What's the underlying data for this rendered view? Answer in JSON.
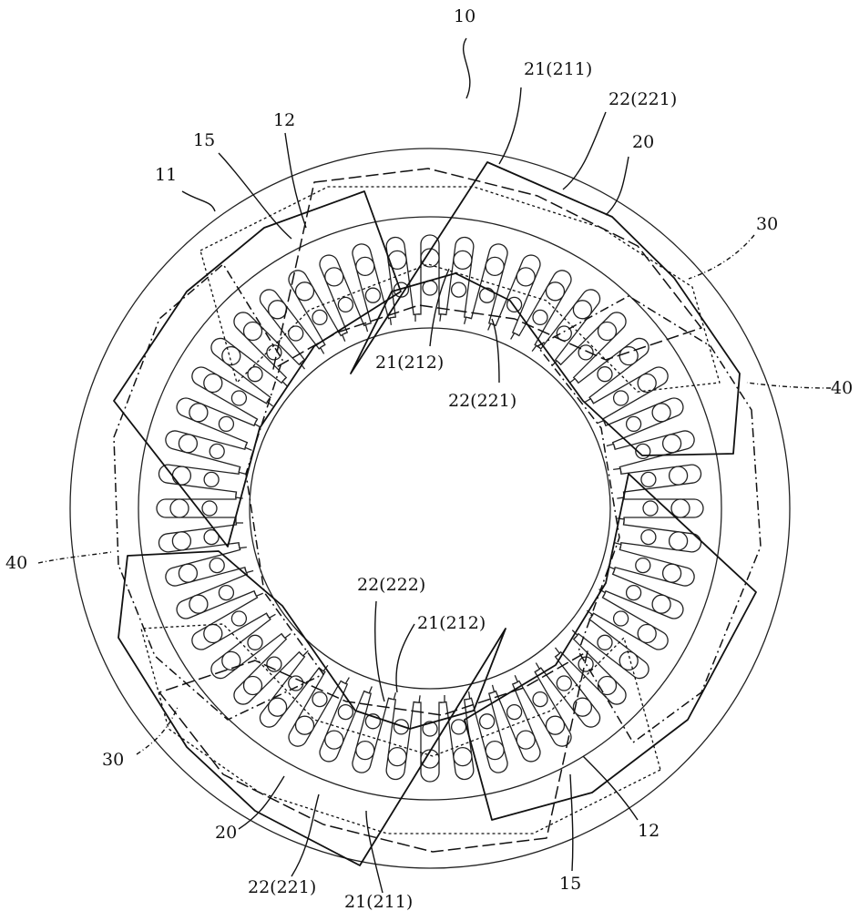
{
  "figure": {
    "labels": [
      {
        "id": "label-10",
        "text": "10"
      },
      {
        "id": "label-11",
        "text": "11"
      },
      {
        "id": "label-12-top",
        "text": "12"
      },
      {
        "id": "label-15-top",
        "text": "15"
      },
      {
        "id": "label-21-211-top",
        "text": "21(211)"
      },
      {
        "id": "label-22-221-top",
        "text": "22(221)"
      },
      {
        "id": "label-20-top",
        "text": "20"
      },
      {
        "id": "label-30-top",
        "text": "30"
      },
      {
        "id": "label-40-right",
        "text": "40"
      },
      {
        "id": "label-21-212-upper",
        "text": "21(212)"
      },
      {
        "id": "label-22-221-upper",
        "text": "22(221)"
      },
      {
        "id": "label-40-left",
        "text": "40"
      },
      {
        "id": "label-22-222",
        "text": "22(222)"
      },
      {
        "id": "label-21-212-lower",
        "text": "21(212)"
      },
      {
        "id": "label-30-bottom",
        "text": "30"
      },
      {
        "id": "label-20-bottom",
        "text": "20"
      },
      {
        "id": "label-22-221-bottom",
        "text": "22(221)"
      },
      {
        "id": "label-21-211-bottom",
        "text": "21(211)"
      },
      {
        "id": "label-15-bottom",
        "text": "15"
      },
      {
        "id": "label-12-bottom",
        "text": "12"
      }
    ]
  }
}
